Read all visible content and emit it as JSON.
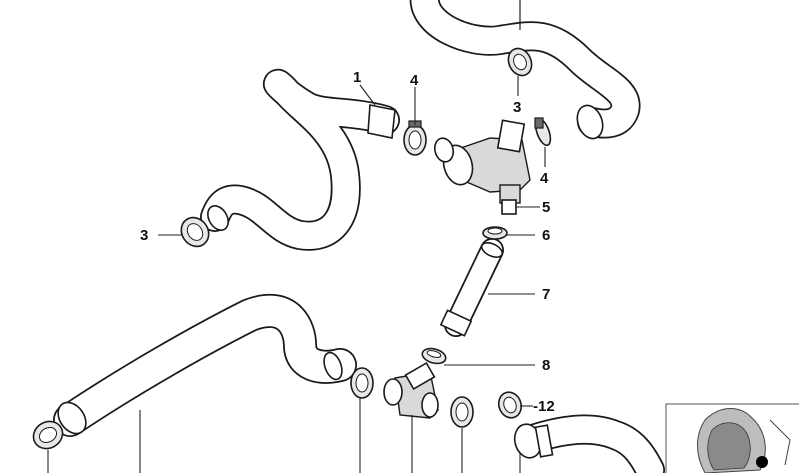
{
  "callouts": [
    {
      "id": "c1",
      "text": "1"
    },
    {
      "id": "c4a",
      "text": "4"
    },
    {
      "id": "c3a",
      "text": "3"
    },
    {
      "id": "c4b",
      "text": "4"
    },
    {
      "id": "c5",
      "text": "5"
    },
    {
      "id": "c3b",
      "text": "3"
    },
    {
      "id": "c6",
      "text": "6"
    },
    {
      "id": "c7",
      "text": "7"
    },
    {
      "id": "c8",
      "text": "8"
    },
    {
      "id": "c12",
      "text": "-12"
    }
  ],
  "colors": {
    "line": "#1a1a1a",
    "background": "#ffffff",
    "shade": "#d9d9d9"
  },
  "icons": [
    "hose",
    "hose-clamp",
    "valve",
    "t-connector",
    "vehicle-locator-thumbnail"
  ]
}
